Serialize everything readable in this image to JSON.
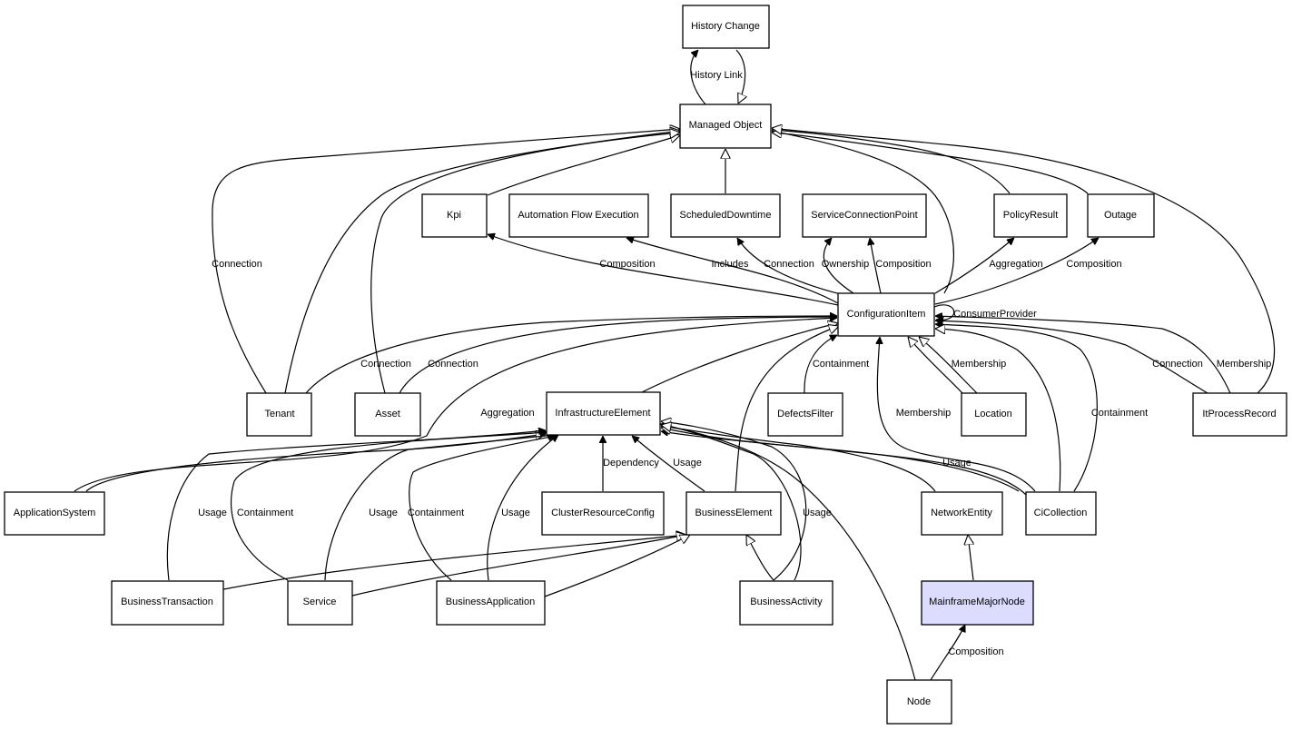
{
  "diagram": {
    "nodes": {
      "history_change": "History Change",
      "managed_object": "Managed Object",
      "kpi": "Kpi",
      "automation_flow_execution": "Automation Flow Execution",
      "scheduled_downtime": "ScheduledDowntime",
      "service_connection_point": "ServiceConnectionPoint",
      "policy_result": "PolicyResult",
      "outage": "Outage",
      "configuration_item": "ConfigurationItem",
      "tenant": "Tenant",
      "asset": "Asset",
      "infrastructure_element": "InfrastructureElement",
      "defects_filter": "DefectsFilter",
      "location": "Location",
      "it_process_record": "ItProcessRecord",
      "application_system": "ApplicationSystem",
      "cluster_resource_config": "ClusterResourceConfig",
      "business_element": "BusinessElement",
      "network_entity": "NetworkEntity",
      "ci_collection": "CiCollection",
      "business_transaction": "BusinessTransaction",
      "service": "Service",
      "business_application": "BusinessApplication",
      "business_activity": "BusinessActivity",
      "mainframe_major_node": "MainframeMajorNode",
      "node": "Node"
    },
    "edge_labels": {
      "history_link": "History Link",
      "tenant_mo_connection": "Connection",
      "ci_kpi_composition": "Composition",
      "ci_afe_includes": "Includes",
      "ci_scp_connection": "Connection",
      "ci_scp_ownership": "Ownership",
      "ci_scp_composition": "Composition",
      "ci_policy_aggregation": "Aggregation",
      "ci_outage_composition": "Composition",
      "ci_consumer_provider": "ConsumerProvider",
      "tenant_ci_connection": "Connection",
      "asset_ci_connection": "Connection",
      "appsys_ci_aggregation": "Aggregation",
      "defects_containment": "Containment",
      "location_membership": "Membership",
      "cicollection_membership": "Membership",
      "cicollection_containment": "Containment",
      "itpr_connection": "Connection",
      "itpr_membership": "Membership",
      "bt_ie_usage": "Usage",
      "service_ie_containment": "Containment",
      "service_ie_usage": "Usage",
      "ba_ie_containment": "Containment",
      "ba_ie_usage": "Usage",
      "crc_ie_dependency": "Dependency",
      "be_ie_usage": "Usage",
      "bact_ie_usage": "Usage",
      "cicollection_ie_usage": "Usage",
      "node_mmn_composition": "Composition"
    }
  },
  "colors": {
    "highlight_fill": "#dcdcff",
    "stroke": "#000000",
    "background": "#ffffff"
  }
}
